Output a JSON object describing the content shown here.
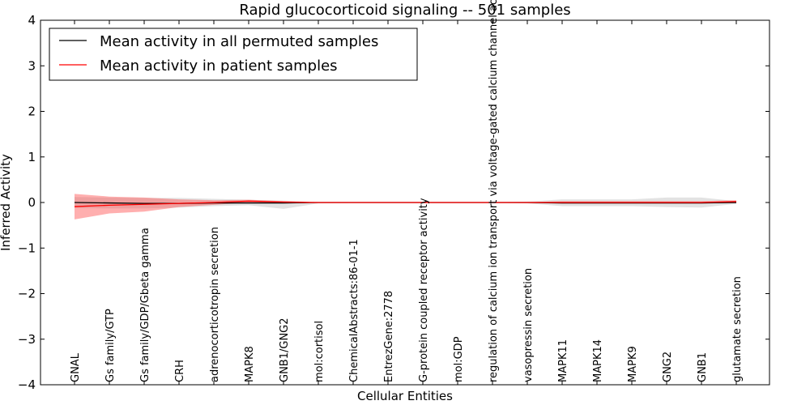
{
  "chart_data": {
    "type": "line",
    "title": "Rapid glucocorticoid signaling -- 501 samples",
    "xlabel": "Cellular Entities",
    "ylabel": "Inferred Activity",
    "ylim": [
      -4,
      4
    ],
    "yticks": [
      -4,
      -3,
      -2,
      -1,
      0,
      1,
      2,
      3,
      4
    ],
    "ytick_labels": [
      "−4",
      "−3",
      "−2",
      "−1",
      "0",
      "1",
      "2",
      "3",
      "4"
    ],
    "legend_position": "top-left",
    "grid": false,
    "x": [
      0,
      1,
      2,
      3,
      4,
      5,
      6,
      7,
      8,
      9,
      10,
      11,
      12,
      13,
      14,
      15,
      16,
      17,
      18,
      19
    ],
    "categories": [
      "GNAL",
      "Gs family/GTP",
      "Gs family/GDP/Gbeta gamma",
      "CRH",
      "adrenocorticotropin secretion",
      "MAPK8",
      "GNB1/GNG2",
      "mol:cortisol",
      "ChemicalAbstracts:86-01-1",
      "EntrezGene:2778",
      "G-protein coupled receptor activity",
      "mol:GDP",
      "regulation of calcium ion transport via voltage-gated calcium channel activity",
      "vasopressin secretion",
      "MAPK11",
      "MAPK14",
      "MAPK9",
      "GNG2",
      "GNB1",
      "glutamate secretion"
    ],
    "series": [
      {
        "name": "Mean activity in all permuted samples",
        "color": "#000000",
        "band_color": "#bfbfbf",
        "values": [
          0.0,
          -0.01,
          -0.02,
          -0.02,
          -0.01,
          -0.01,
          -0.01,
          0.0,
          0.0,
          0.0,
          0.0,
          0.0,
          0.0,
          0.0,
          -0.01,
          -0.01,
          -0.01,
          -0.01,
          -0.01,
          0.0
        ],
        "lower": [
          -0.12,
          -0.13,
          -0.13,
          -0.11,
          -0.08,
          -0.06,
          -0.14,
          -0.02,
          -0.01,
          -0.01,
          -0.01,
          -0.01,
          -0.01,
          -0.02,
          -0.08,
          -0.08,
          -0.08,
          -0.1,
          -0.11,
          -0.03
        ],
        "upper": [
          0.12,
          0.11,
          0.1,
          0.1,
          0.08,
          0.06,
          0.04,
          0.01,
          0.01,
          0.01,
          0.01,
          0.01,
          0.01,
          0.02,
          0.07,
          0.07,
          0.07,
          0.11,
          0.11,
          0.03
        ]
      },
      {
        "name": "Mean activity in patient samples",
        "color": "#ff0000",
        "band_color": "#ff4d4d",
        "values": [
          -0.09,
          -0.06,
          -0.04,
          -0.02,
          0.0,
          0.03,
          0.01,
          0.0,
          0.0,
          0.0,
          0.0,
          0.0,
          0.0,
          0.0,
          0.0,
          0.0,
          0.0,
          0.0,
          0.0,
          0.02
        ],
        "lower": [
          -0.37,
          -0.24,
          -0.2,
          -0.1,
          -0.05,
          0.0,
          -0.02,
          -0.01,
          -0.01,
          -0.01,
          -0.01,
          -0.01,
          -0.01,
          -0.01,
          -0.02,
          -0.02,
          -0.02,
          -0.02,
          -0.02,
          -0.01
        ],
        "upper": [
          0.19,
          0.13,
          0.11,
          0.07,
          0.05,
          0.06,
          0.03,
          0.01,
          0.01,
          0.01,
          0.01,
          0.01,
          0.01,
          0.01,
          0.03,
          0.03,
          0.03,
          0.03,
          0.03,
          0.05
        ]
      }
    ]
  }
}
